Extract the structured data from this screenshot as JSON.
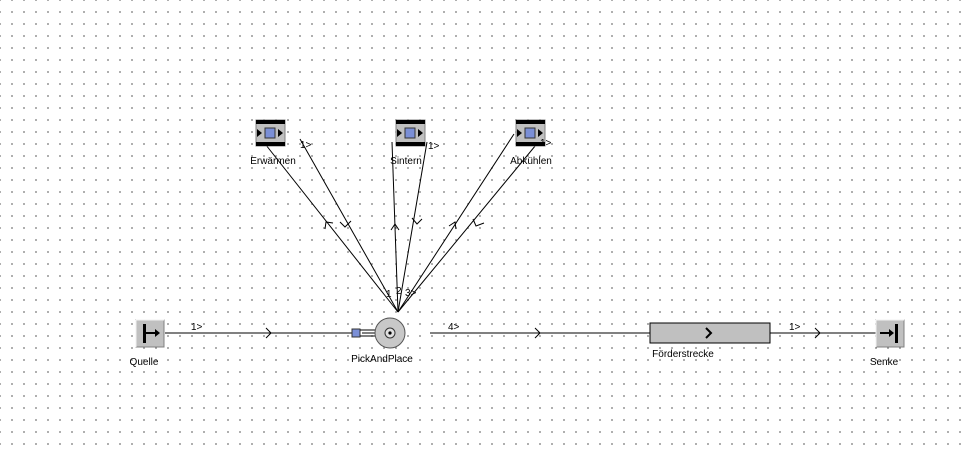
{
  "nodes": {
    "quelle": {
      "label": "Quelle"
    },
    "pickandplace": {
      "label": "PickAndPlace"
    },
    "erwaermen": {
      "label": "Erwärmen"
    },
    "sintern": {
      "label": "Sintern"
    },
    "abkuehlen": {
      "label": "Abkühlen"
    },
    "foerderstrecke": {
      "label": "Förderstrecke"
    },
    "senke": {
      "label": "Senke"
    }
  },
  "ports": {
    "quelle_out": "1>",
    "erwaermen_out": "1>",
    "sintern_out": "1>",
    "abkuehlen_out": "1>",
    "pp_1": "1",
    "pp_2": "2",
    "pp_3": "3>",
    "pp_4": "4>",
    "foerder_out": "1>"
  },
  "colors": {
    "node_fill": "#c0c0c0",
    "part_blue": "#7b8fd6",
    "grid_dot": "#7a7a7a"
  }
}
